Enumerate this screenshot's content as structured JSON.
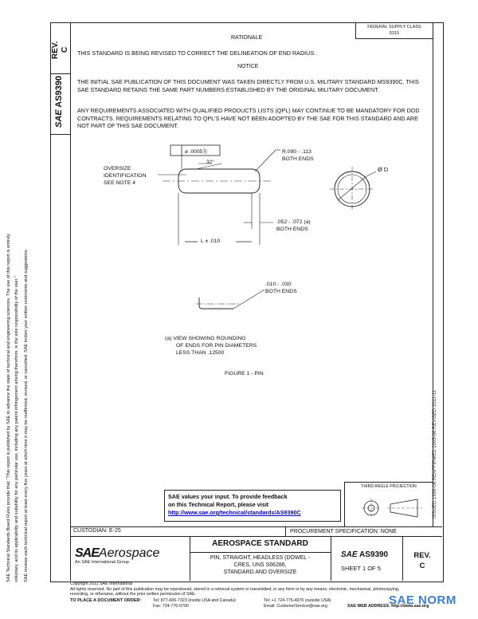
{
  "left_margin": {
    "rev_label": "REV.",
    "rev_value": "C",
    "doc_prefix": "SAE",
    "doc_number": "AS9390",
    "disclaimer_1": "SAE Technical Standards Board Rules provide that: \"This report is published by SAE to advance the state of technical and engineering sciences. The use of this report is entirely",
    "disclaimer_2": "voluntary, and its applicability and suitability for any particular use, including any patent infringement arising therefrom, is the sole responsibility of the user.\"",
    "disclaimer_3": "SAE reviews each technical report at least every five years at which time it may be reaffirmed, revised, or cancelled. SAE invites your written comments and suggestions."
  },
  "header_box": {
    "line1": "FEDERAL SUPPLY CLASS",
    "line2": "5315"
  },
  "rationale": {
    "heading": "RATIONALE",
    "text": "THIS STANDARD IS BEING REVISED TO CORRECT THE DELINEATION OF END RADIUS."
  },
  "notice": {
    "heading": "NOTICE",
    "para1": "THE INITIAL SAE PUBLICATION OF THIS DOCUMENT WAS TAKEN DIRECTLY FROM U.S. MILITARY STANDARD MS9390C. THIS SAE STANDARD RETAINS THE SAME PART NUMBERS ESTABLISHED BY THE ORIGINAL MILITARY DOCUMENT.",
    "para2": "ANY REQUIREMENTS ASSOCIATED WITH QUALIFIED PRODUCTS LISTS (QPL) MAY CONTINUE TO BE MANDATORY FOR DOD CONTRACTS. REQUIREMENTS RELATING TO QPL'S HAVE NOT BEEN ADOPTED BY THE SAE FOR THIS STANDARD AND ARE NOT PART OF THIS SAE DOCUMENT."
  },
  "drawing": {
    "tolerance_frame": "⌀ .0005Ⓢ",
    "angle_label": "32°",
    "oversize_1": "OVERSIZE",
    "oversize_2": "IDENTIFICATION",
    "oversize_3": "SEE NOTE 4",
    "radius_1": "R.090 - .113",
    "radius_2": "BOTH ENDS",
    "diameter_label": "Ø D",
    "chamfer_1": ".052 - .072 (a)",
    "chamfer_2": "BOTH ENDS",
    "length_label": "L ± .010",
    "detail_1": ".010 - .030",
    "detail_2": "BOTH ENDS",
    "note_a_1": "(a)  VIEW SHOWING ROUNDING",
    "note_a_2": "OF ENDS FOR PIN DIAMETERS",
    "note_a_3": "LESS THAN .12500",
    "figure_caption": "FIGURE 1 - PIN"
  },
  "right_margin": {
    "history": "ISSUED 1999-08    REAFFIRMED 2005-06    REVISED 2011-11"
  },
  "feedback": {
    "line1": "SAE values your input. To provide feedback",
    "line2": "on this Technical Report, please visit",
    "url": "http://www.sae.org/technical/standards/AS9390C"
  },
  "projection": {
    "label": "THIRD ANGLE PROJECTION"
  },
  "title_block": {
    "custodian": "CUSTODIAN:  E-25",
    "procurement": "PROCUREMENT SPECIFICATION:  NONE",
    "logo_sae": "SAE",
    "logo_aero": "Aerospace",
    "logo_sub": "An SAE International Group",
    "standard_title": "AEROSPACE STANDARD",
    "desc_1": "PIN, STRAIGHT, HEADLESS (DOWEL -",
    "desc_2": "CRES, UNS S66286,",
    "desc_3": "STANDARD AND OVERSIZE",
    "doc_prefix": "SAE",
    "doc_number": "AS9390",
    "sheet": "SHEET 1 OF 5",
    "rev_label": "REV.",
    "rev_value": "C"
  },
  "footer": {
    "copyright": "Copyright 2011 SAE International",
    "rights_1": "All rights reserved. No part of this publication may be reproduced, stored in a retrieval system or transmitted, in any form or by any means, electronic, mechanical, photocopying,",
    "rights_2": "recording, or otherwise, without the prior written permission of SAE.",
    "order_label": "TO PLACE A DOCUMENT ORDER:",
    "tel1": "Tel:  877-606-7323 (inside USA and Canada)",
    "tel2": "Tel:  +1 724-776-4970 (outside USA)",
    "fax": "Fax:  724-776-0790",
    "email": "Email:  CustomerService@sae.org",
    "web": "SAE WEB ADDRESS:  http://www.sae.org",
    "watermark": "SAE NORM"
  }
}
